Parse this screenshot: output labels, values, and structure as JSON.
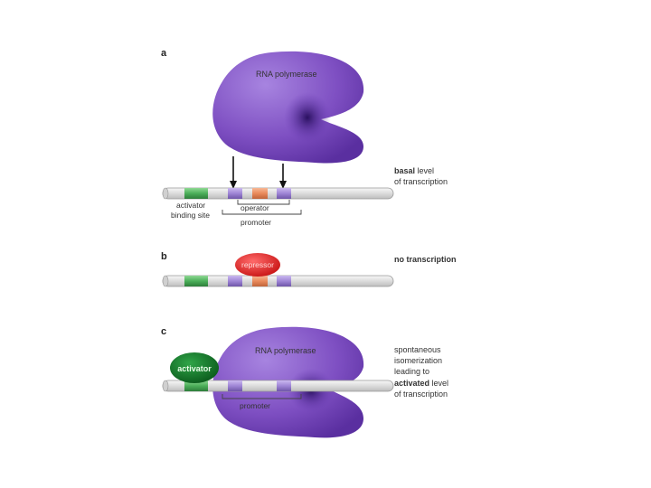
{
  "panels": {
    "a": "a",
    "b": "b",
    "c": "c"
  },
  "labels": {
    "rna_polymerase": "RNA polymerase",
    "activator_binding_site_1": "activator",
    "activator_binding_site_2": "binding site",
    "operator": "operator",
    "promoter": "promoter",
    "repressor": "repressor",
    "activator": "activator"
  },
  "outcomes": {
    "a_bold": "basal",
    "a_rest1": " level",
    "a_line2": "of transcription",
    "b_bold": "no transcription",
    "c_line1": "spontaneous",
    "c_line2": "isomerization",
    "c_line3": "leading to",
    "c_bold": "activated",
    "c_rest4": " level",
    "c_line5": "of transcription"
  },
  "colors": {
    "polymerase": "#7e4fc2",
    "polymerase_dark": "#3a1a78",
    "activator_site": "#4caf5a",
    "operator": "#e98a5c",
    "promoter_box": "#9f86d6",
    "repressor": "#e02020",
    "activator": "#127a28",
    "dna": "#e2e2e2"
  }
}
